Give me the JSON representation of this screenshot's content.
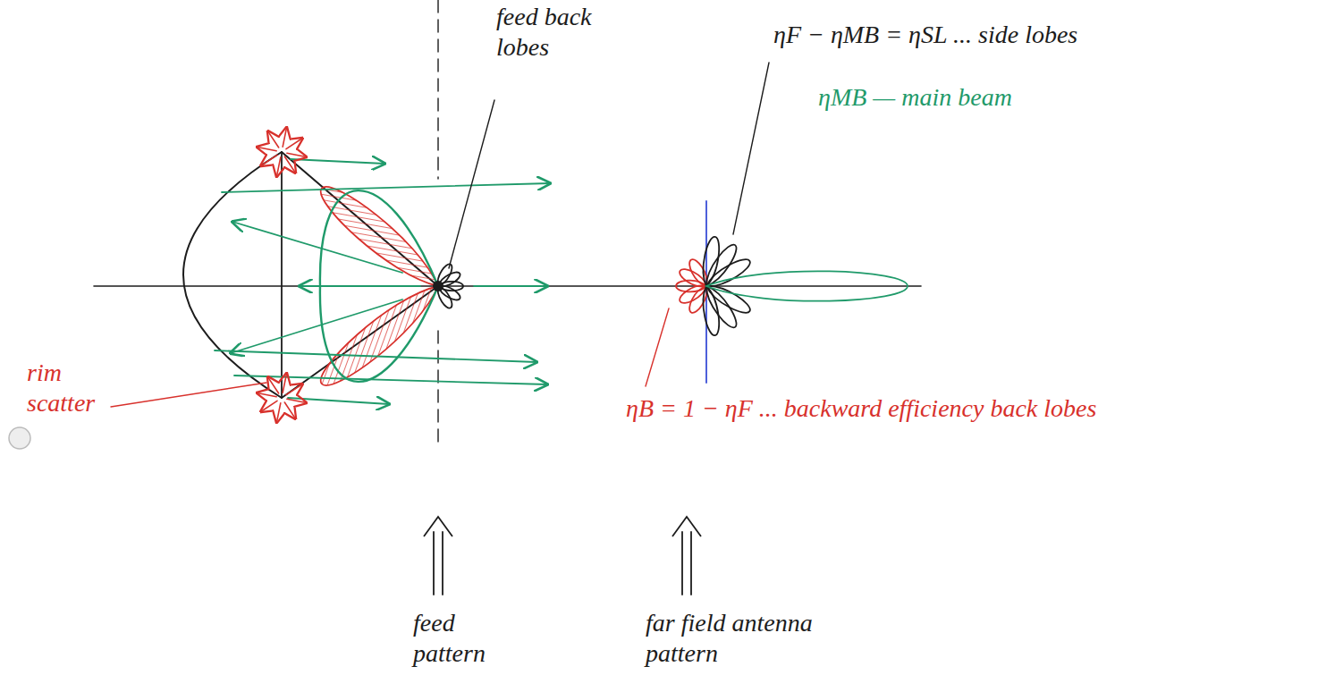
{
  "diagram": {
    "labels": [
      "feed back lobes",
      "ηF − ηMB = ηSL ... side lobes",
      "ηMB — main beam",
      "rim scatter",
      "ηB = 1 − ηF ... backward efficiency back lobes",
      "feed pattern",
      "far field antenna pattern"
    ]
  }
}
